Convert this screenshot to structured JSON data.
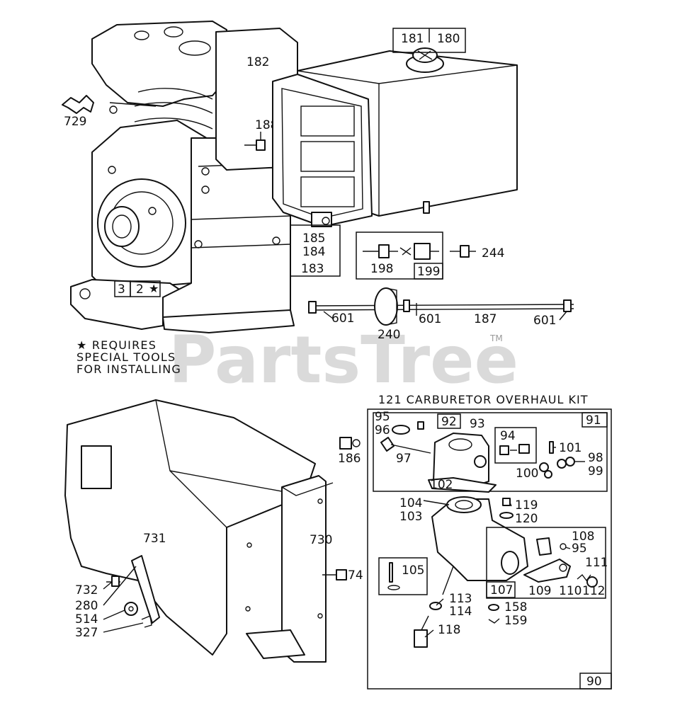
{
  "watermark": {
    "text": "PartsTree",
    "trademark": "TM"
  },
  "note": {
    "line1": "★ REQUIRES",
    "line2": "SPECIAL TOOLS",
    "line3": "FOR INSTALLING"
  },
  "kit_title": "121 CARBURETOR OVERHAUL KIT",
  "labels": {
    "p180": "180",
    "p181": "181",
    "p182": "182",
    "p188": "188",
    "p729": "729",
    "p3": "3",
    "p2": "2",
    "star": "★",
    "p185": "185",
    "p184": "184",
    "p183": "183",
    "p198": "198",
    "p199": "199",
    "p244": "244",
    "p601a": "601",
    "p240": "240",
    "p601b": "601",
    "p187": "187",
    "p601c": "601",
    "p95a": "95",
    "p96": "96",
    "p92": "92",
    "p93": "93",
    "p91": "91",
    "p94": "94",
    "p97": "97",
    "p101": "101",
    "p98": "98",
    "p99": "99",
    "p100": "100",
    "p102": "102",
    "p186": "186",
    "p104": "104",
    "p103": "103",
    "p119": "119",
    "p120": "120",
    "p108": "108",
    "p95b": "95",
    "p111": "111",
    "p105": "105",
    "p107": "107",
    "p109": "109",
    "p110": "110",
    "p112": "112",
    "p113": "113",
    "p114": "114",
    "p158": "158",
    "p159": "159",
    "p118": "118",
    "p90": "90",
    "p731": "731",
    "p730": "730",
    "p74": "74",
    "p732": "732",
    "p280": "280",
    "p514": "514",
    "p327": "327"
  }
}
